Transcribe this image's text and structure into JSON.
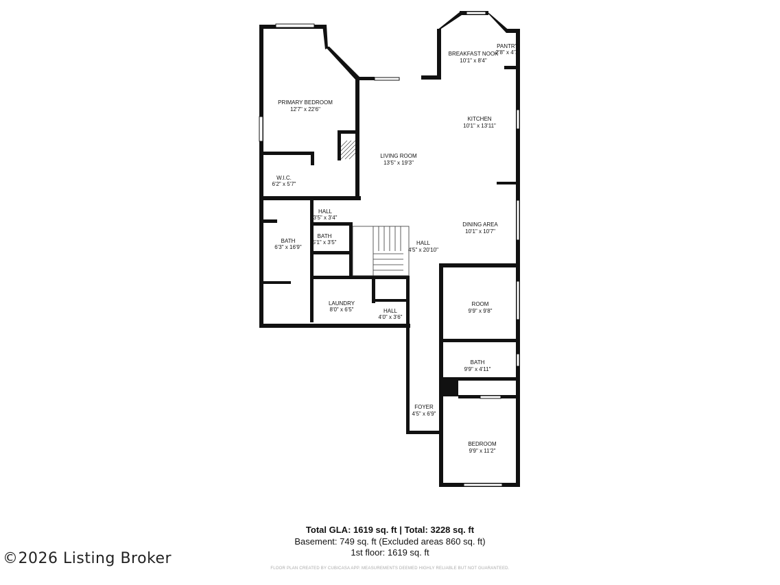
{
  "rooms": [
    {
      "name": "PRIMARY BEDROOM",
      "dims": "12'7\" x 22'6\""
    },
    {
      "name": "W.I.C.",
      "dims": "6'2\" x 5'7\""
    },
    {
      "name": "HALL",
      "dims": "3'5\" x 3'4\""
    },
    {
      "name": "BATH",
      "dims": "5'1\" x 3'5\""
    },
    {
      "name": "BATH",
      "dims": "6'3\" x 16'9\""
    },
    {
      "name": "LAUNDRY",
      "dims": "8'0\" x 6'5\""
    },
    {
      "name": "HALL",
      "dims": "4'0\" x 3'6\""
    },
    {
      "name": "LIVING ROOM",
      "dims": "13'5\" x 19'3\""
    },
    {
      "name": "BREAKFAST NOOK",
      "dims": "10'1\" x 8'4\""
    },
    {
      "name": "PANTRY",
      "dims": "2'8\" x 4'7\""
    },
    {
      "name": "KITCHEN",
      "dims": "10'1\" x 13'11\""
    },
    {
      "name": "DINING AREA",
      "dims": "10'1\" x 10'7\""
    },
    {
      "name": "HALL",
      "dims": "4'5\" x 20'10\""
    },
    {
      "name": "ROOM",
      "dims": "9'9\" x 9'8\""
    },
    {
      "name": "BATH",
      "dims": "9'9\" x 4'11\""
    },
    {
      "name": "FOYER",
      "dims": "4'5\" x 6'9\""
    },
    {
      "name": "BEDROOM",
      "dims": "9'9\" x 11'2\""
    }
  ],
  "summary": {
    "total": "Total GLA: 1619 sq. ft | Total: 3228 sq. ft",
    "basement": "Basement: 749 sq. ft (Excluded areas 860 sq. ft)",
    "first_floor": "1st floor: 1619 sq. ft",
    "disclaimer": "FLOOR PLAN CREATED BY CUBICASA APP. MEASUREMENTS DEEMED HIGHLY RELIABLE BUT NOT GUARANTEED."
  },
  "copyright": "©2026 Listing Broker",
  "colors": {
    "wall": "#111111",
    "background": "#ffffff"
  }
}
